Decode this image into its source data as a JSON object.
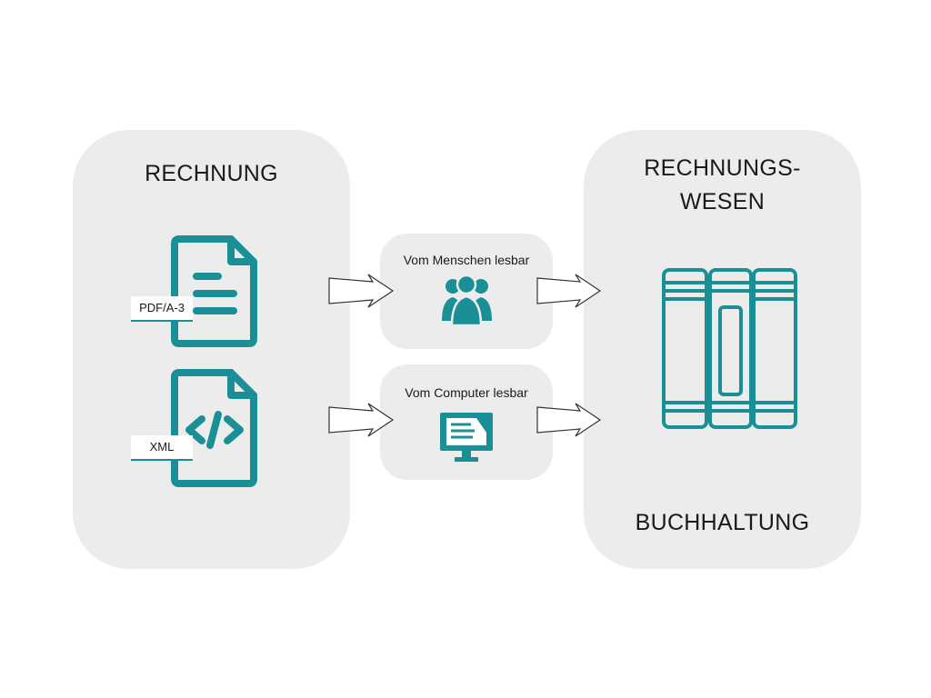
{
  "left_panel": {
    "title": "RECHNUNG"
  },
  "documents": {
    "pdf": {
      "label": "PDF/A-3",
      "icon": "document-icon"
    },
    "xml": {
      "label": "XML",
      "icon": "code-file-icon"
    }
  },
  "middle": {
    "human": {
      "label": "Vom Menschen lesbar",
      "icon": "people-icon"
    },
    "computer": {
      "label": "Vom Computer lesbar",
      "icon": "monitor-icon"
    }
  },
  "right_panel": {
    "title_line1": "RECHNUNGS-",
    "title_line2": "WESEN",
    "bottom_title": "BUCHHALTUNG",
    "icon": "books-icon"
  },
  "colors": {
    "accent": "#1a8f95",
    "panel": "#ececec",
    "text": "#1a1a1a"
  }
}
